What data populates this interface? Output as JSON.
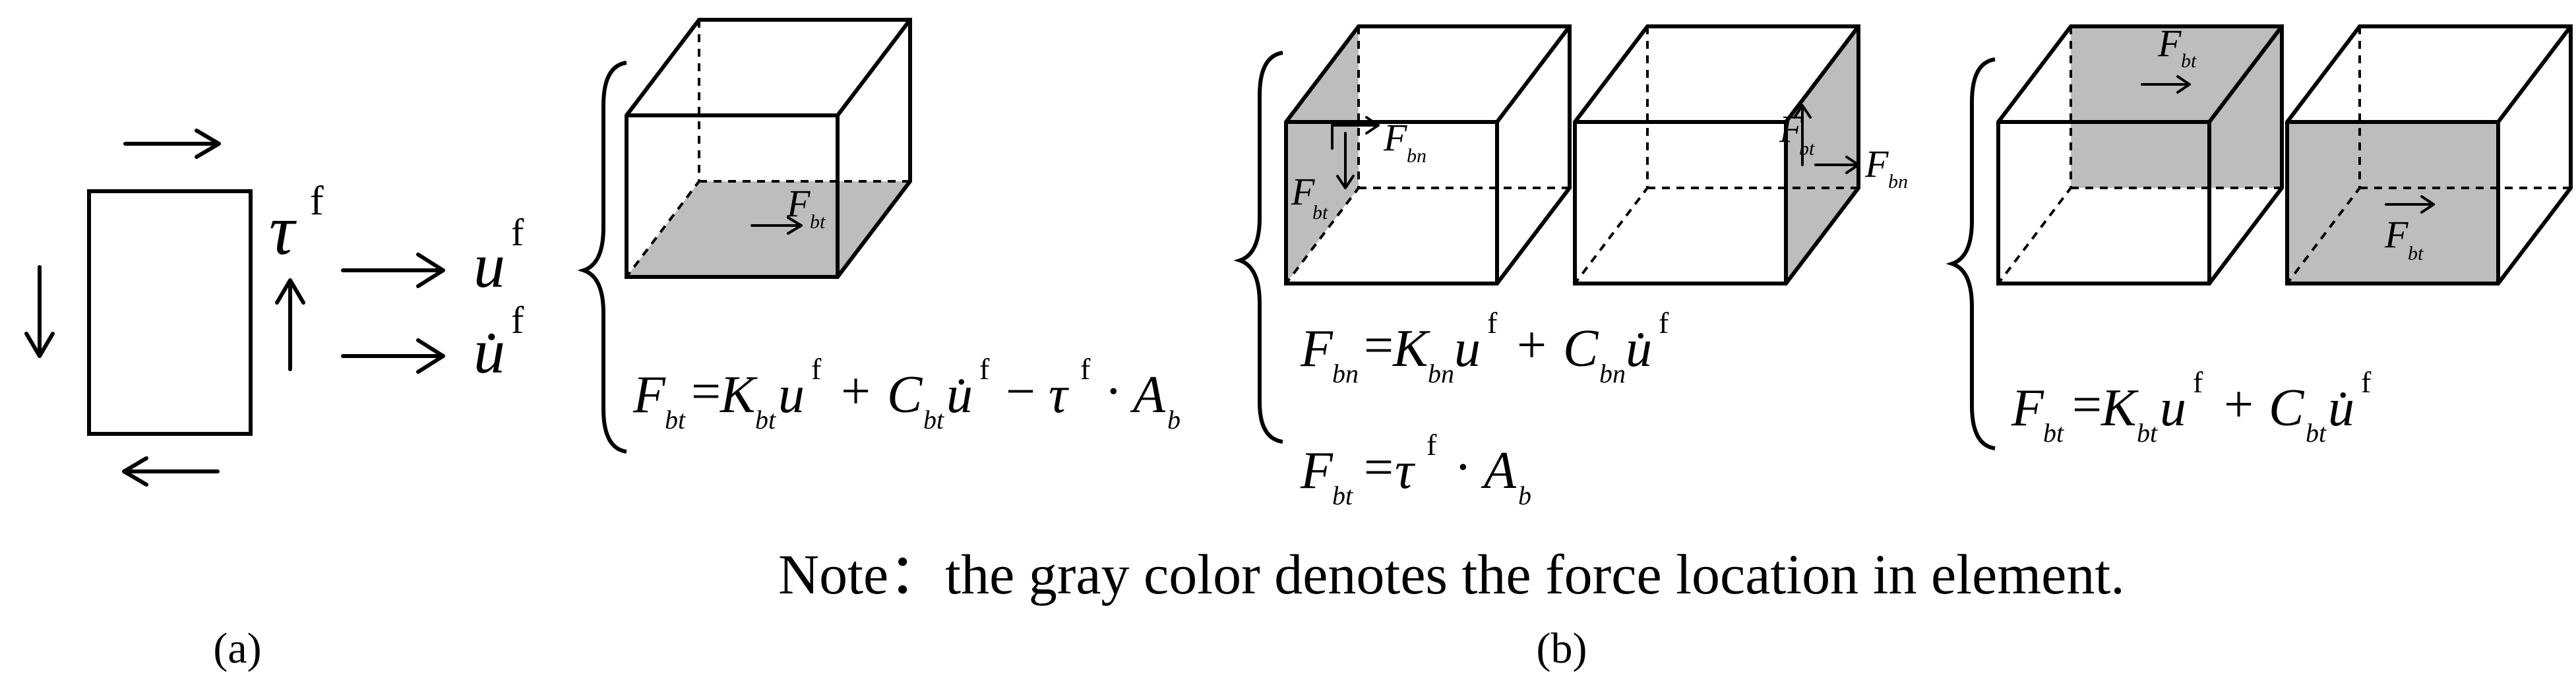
{
  "colors": {
    "shade": "#bdbdbd",
    "ink": "#000000"
  },
  "panel_a": {
    "tau_symbol": "τ",
    "f_superscript": "f",
    "u_symbol": "u",
    "udot_symbol": "u̇",
    "caption": "(a)"
  },
  "symbols": {
    "F": "F",
    "bt": "bt",
    "bn": "bn",
    "K": "K",
    "C": "C",
    "A": "A",
    "b": "b",
    "u": "u",
    "udot": "u̇",
    "tau": "τ",
    "f": "f",
    "eq": "=",
    "plus": "+",
    "minus": "−",
    "dot": "·"
  },
  "panel_b": {
    "note": "Note：the gray color denotes the force location in element.",
    "caption": "(b)"
  }
}
